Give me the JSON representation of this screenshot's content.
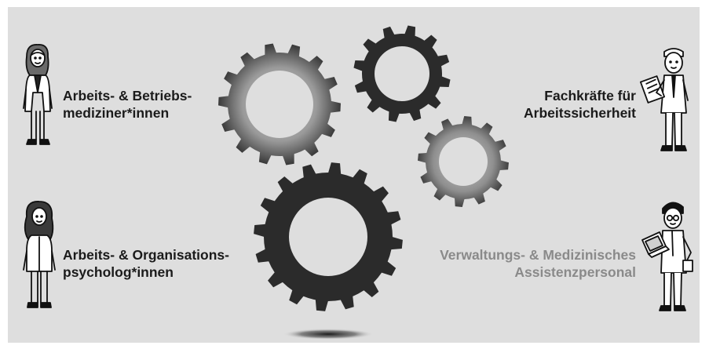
{
  "roles": {
    "top_left": {
      "line1": "Arbeits- & Betriebs-",
      "line2": "mediziner*innen",
      "figure": "female-doctor-figure"
    },
    "top_right": {
      "line1": "Fachkräfte für",
      "line2": "Arbeitssicherheit",
      "figure": "male-safety-expert-with-clipboard-figure"
    },
    "bottom_left": {
      "line1": "Arbeits- & Organisations-",
      "line2": "psycholog*innen",
      "figure": "female-psychologist-figure"
    },
    "bottom_right": {
      "line1": "Verwaltungs- & Medizinisches",
      "line2": "Assistenzpersonal",
      "figure": "male-assistant-with-laptop-figure"
    }
  },
  "colors": {
    "background": "#dedede",
    "text_dark": "#1b1b1b",
    "text_light": "#8a8a8a",
    "gear_dark": "#2b2b2b",
    "gear_gradient_dark": "#252525",
    "gear_gradient_light": "#a0a0a0"
  },
  "gears": [
    "gradient-gear-large",
    "dark-gear-top",
    "gradient-gear-small",
    "dark-gear-bottom-large"
  ]
}
